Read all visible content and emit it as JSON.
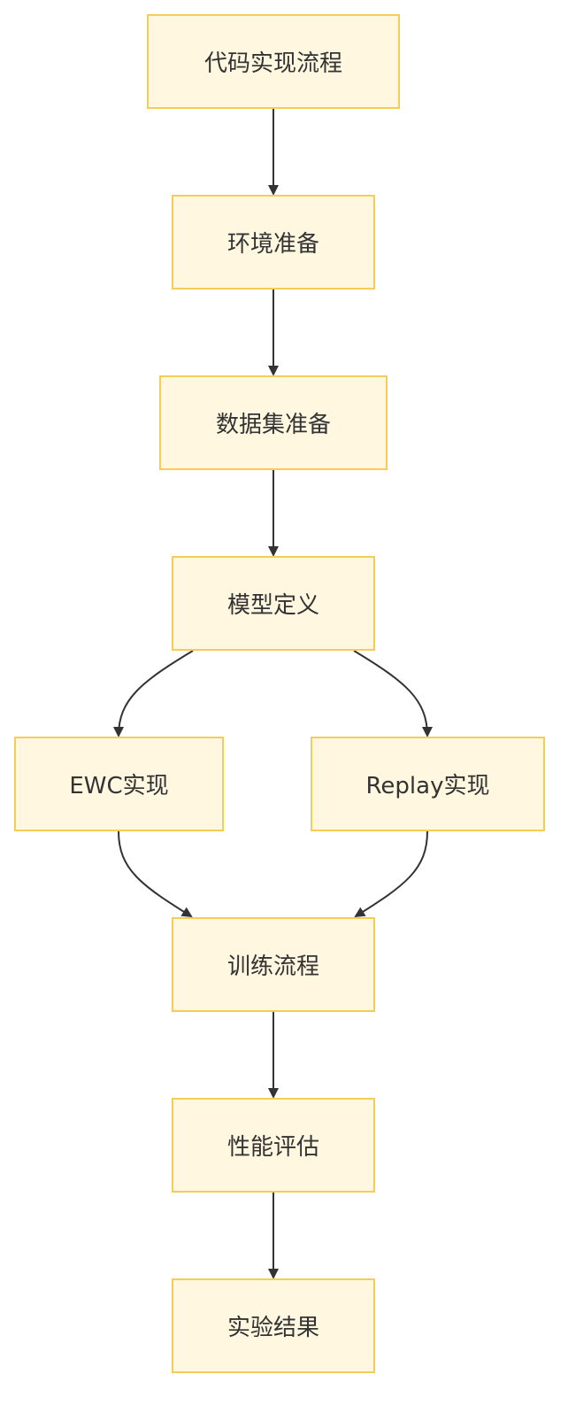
{
  "nodes": {
    "start": "代码实现流程",
    "env": "环境准备",
    "data": "数据集准备",
    "model": "模型定义",
    "ewc": "EWC实现",
    "replay": "Replay实现",
    "train": "训练流程",
    "eval": "性能评估",
    "result": "实验结果"
  },
  "edges": [
    {
      "from": "start",
      "to": "env"
    },
    {
      "from": "env",
      "to": "data"
    },
    {
      "from": "data",
      "to": "model"
    },
    {
      "from": "model",
      "to": "ewc"
    },
    {
      "from": "model",
      "to": "replay"
    },
    {
      "from": "ewc",
      "to": "train"
    },
    {
      "from": "replay",
      "to": "train"
    },
    {
      "from": "train",
      "to": "eval"
    },
    {
      "from": "eval",
      "to": "result"
    }
  ],
  "colors": {
    "node_fill": "#fff7e0",
    "node_border": "#f5cc55",
    "edge": "#333333",
    "text": "#333333"
  }
}
